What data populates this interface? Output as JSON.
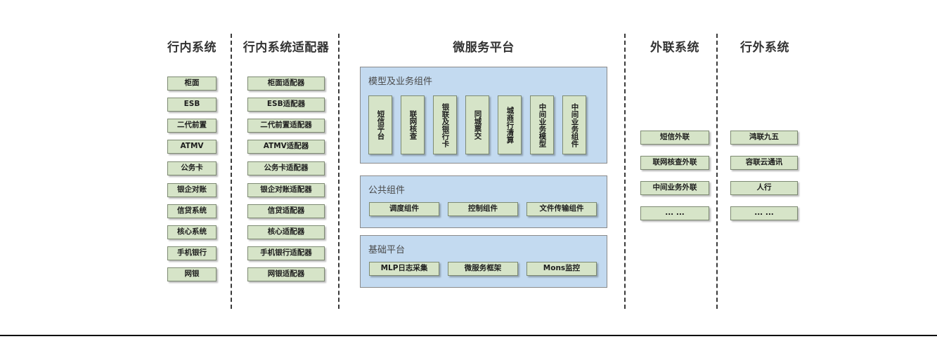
{
  "diagram": {
    "title_bank_internal": "行内系统",
    "title_bank_adapter": "行内系统适配器",
    "title_microservice": "微服务平台",
    "title_external_link": "外联系统",
    "title_outside_bank": "行外系统",
    "colors": {
      "box_fill": "#d6e4c8",
      "box_border": "#7d8a72",
      "panel_fill": "#c3daf0",
      "panel_border": "#8a8a8a",
      "header_text": "#333333",
      "panel_title_text": "#4a4a4a"
    }
  },
  "bank_internal_systems": [
    {
      "label": "柜面"
    },
    {
      "label": "ESB"
    },
    {
      "label": "二代前置"
    },
    {
      "label": "ATMV"
    },
    {
      "label": "公务卡"
    },
    {
      "label": "银企对账"
    },
    {
      "label": "信贷系统"
    },
    {
      "label": "核心系统"
    },
    {
      "label": "手机银行"
    },
    {
      "label": "网银"
    }
  ],
  "bank_adapters": [
    {
      "label": "柜面适配器"
    },
    {
      "label": "ESB适配器"
    },
    {
      "label": "二代前置适配器"
    },
    {
      "label": "ATMV适配器"
    },
    {
      "label": "公务卡适配器"
    },
    {
      "label": "银企对账适配器"
    },
    {
      "label": "信贷适配器"
    },
    {
      "label": "核心适配器"
    },
    {
      "label": "手机银行适配器"
    },
    {
      "label": "网银适配器"
    }
  ],
  "microservice_platform": {
    "model_business": {
      "title": "模型及业务组件",
      "items": [
        {
          "label": "短信平台"
        },
        {
          "label": "联网核查"
        },
        {
          "label": "银联及银行卡"
        },
        {
          "label": "同城票交"
        },
        {
          "label": "城商行清算"
        },
        {
          "label": "中间业务模型"
        },
        {
          "label": "中间业务组件"
        }
      ]
    },
    "public_components": {
      "title": "公共组件",
      "items": [
        {
          "label": "调度组件"
        },
        {
          "label": "控制组件"
        },
        {
          "label": "文件传输组件"
        }
      ]
    },
    "foundation_platform": {
      "title": "基础平台",
      "items": [
        {
          "label": "MLP日志采集"
        },
        {
          "label": "微服务框架"
        },
        {
          "label": "Mons监控"
        }
      ]
    }
  },
  "external_link_systems": [
    {
      "label": "短信外联"
    },
    {
      "label": "联网核查外联"
    },
    {
      "label": "中间业务外联"
    },
    {
      "label": "... ..."
    }
  ],
  "outside_bank_systems": [
    {
      "label": "鸿联九五"
    },
    {
      "label": "容联云通讯"
    },
    {
      "label": "人行"
    },
    {
      "label": "... ..."
    }
  ]
}
